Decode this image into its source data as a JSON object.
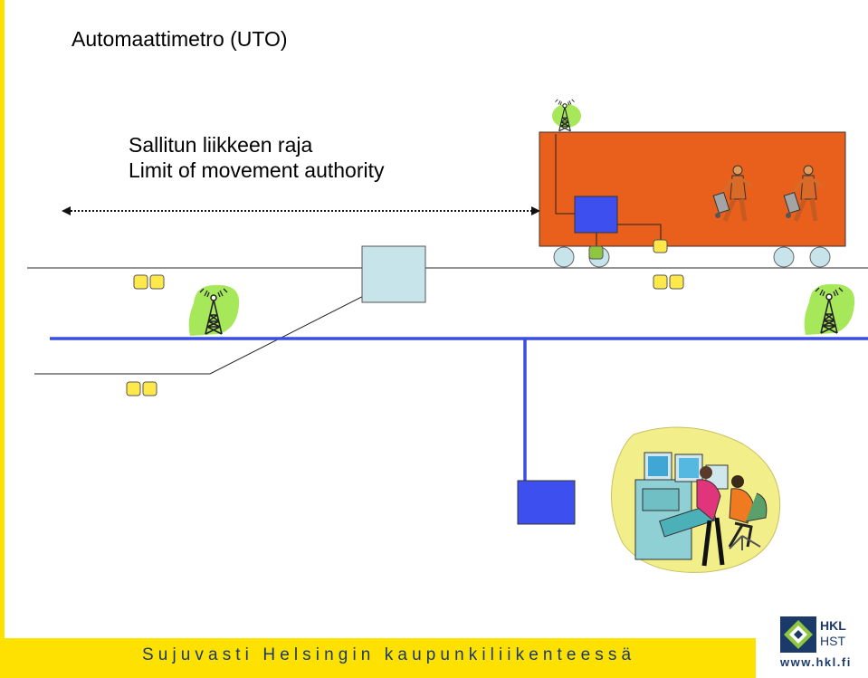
{
  "title": "Automaattimetro (UTO)",
  "caption": {
    "line1": "Sallitun liikkeen raja",
    "line2": "Limit of movement authority"
  },
  "footer": {
    "slogan": "Sujuvasti Helsingin kaupunkiliikenteessä",
    "url": "www.hkl.fi"
  },
  "logo": {
    "line1": "HKL",
    "line2": "HST"
  },
  "colors": {
    "accent_yellow": "#ffe100",
    "train": "#e8601c",
    "network": "#3a4fe0",
    "device": "#3e4ff0",
    "balise": "#ffe84a",
    "tower_blob": "#a6e85a",
    "interlocking": "#c7e4ea"
  },
  "icons": [
    "radio-tower-icon",
    "balise-icon",
    "passenger-clipart",
    "control-room-clipart",
    "hkl-logo-icon"
  ]
}
